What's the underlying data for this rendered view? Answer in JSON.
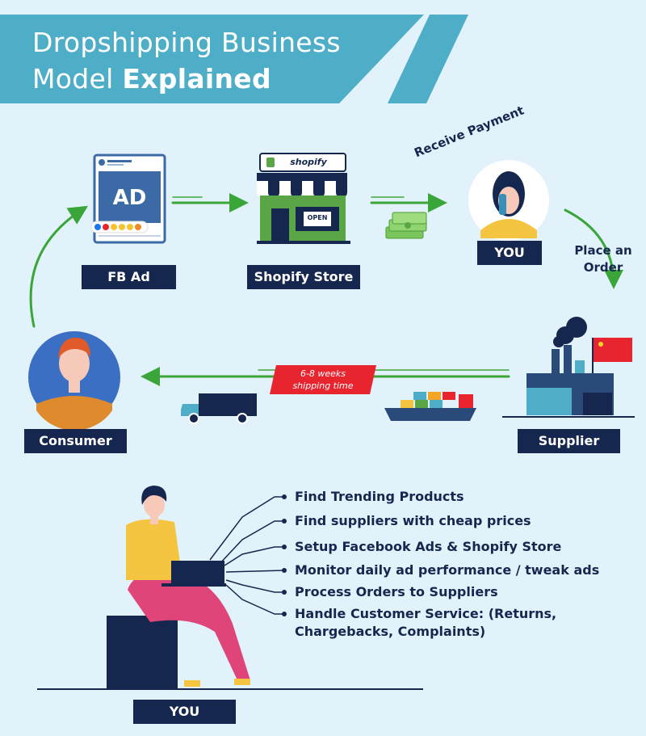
{
  "title": {
    "line1": "Dropshipping Business",
    "line2_normal": "Model ",
    "line2_bold": "Explained"
  },
  "nodes": {
    "fb_ad": {
      "label": "FB Ad",
      "ad_text": "AD"
    },
    "shopify": {
      "label": "Shopify Store",
      "sign": "shopify",
      "open_sign": "OPEN"
    },
    "you": {
      "label": "YOU"
    },
    "supplier": {
      "label": "Supplier"
    },
    "consumer": {
      "label": "Consumer"
    }
  },
  "flow_labels": {
    "receive_payment": "Receive Payment",
    "place_order_line1": "Place an",
    "place_order_line2": "Order",
    "shipping_line1": "6-8 weeks",
    "shipping_line2": "shipping time"
  },
  "tasks": {
    "items": [
      "Find Trending Products",
      "Find suppliers with cheap prices",
      "Setup Facebook Ads & Shopify Store",
      "Monitor daily ad performance / tweak ads",
      "Process Orders to Suppliers",
      "Handle Customer Service: (Returns,",
      "Chargebacks, Complaints)"
    ],
    "person_label": "YOU"
  },
  "colors": {
    "banner": "#4faec7",
    "navy": "#16274f",
    "arrow_green": "#3aa63a",
    "tag_red": "#e8242e",
    "background": "#e2f2fb"
  }
}
